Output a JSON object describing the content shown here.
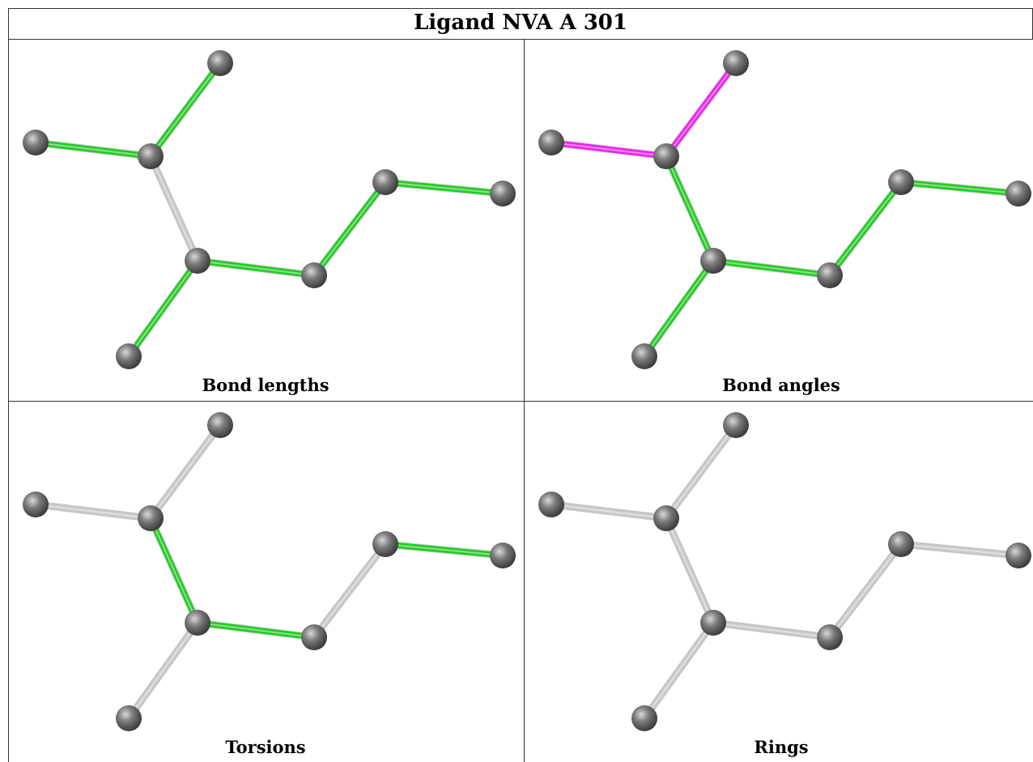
{
  "title": "Ligand NVA A 301",
  "panels": [
    {
      "caption": "Bond lengths",
      "bond_colors": [
        "green",
        "green",
        "gray",
        "green",
        "green",
        "green",
        "green"
      ]
    },
    {
      "caption": "Bond angles",
      "bond_colors": [
        "magenta",
        "magenta",
        "green",
        "green",
        "green",
        "green",
        "green"
      ]
    },
    {
      "caption": "Torsions",
      "bond_colors": [
        "gray",
        "gray",
        "green",
        "gray",
        "green",
        "green",
        "gray"
      ]
    },
    {
      "caption": "Rings",
      "bond_colors": [
        "gray",
        "gray",
        "gray",
        "gray",
        "gray",
        "gray",
        "gray"
      ]
    }
  ],
  "colors": {
    "green": "#22cc22",
    "magenta": "#ee22ee",
    "gray": "#c8c8c8",
    "atom": "#7a7a7a",
    "frame": "#333333"
  }
}
